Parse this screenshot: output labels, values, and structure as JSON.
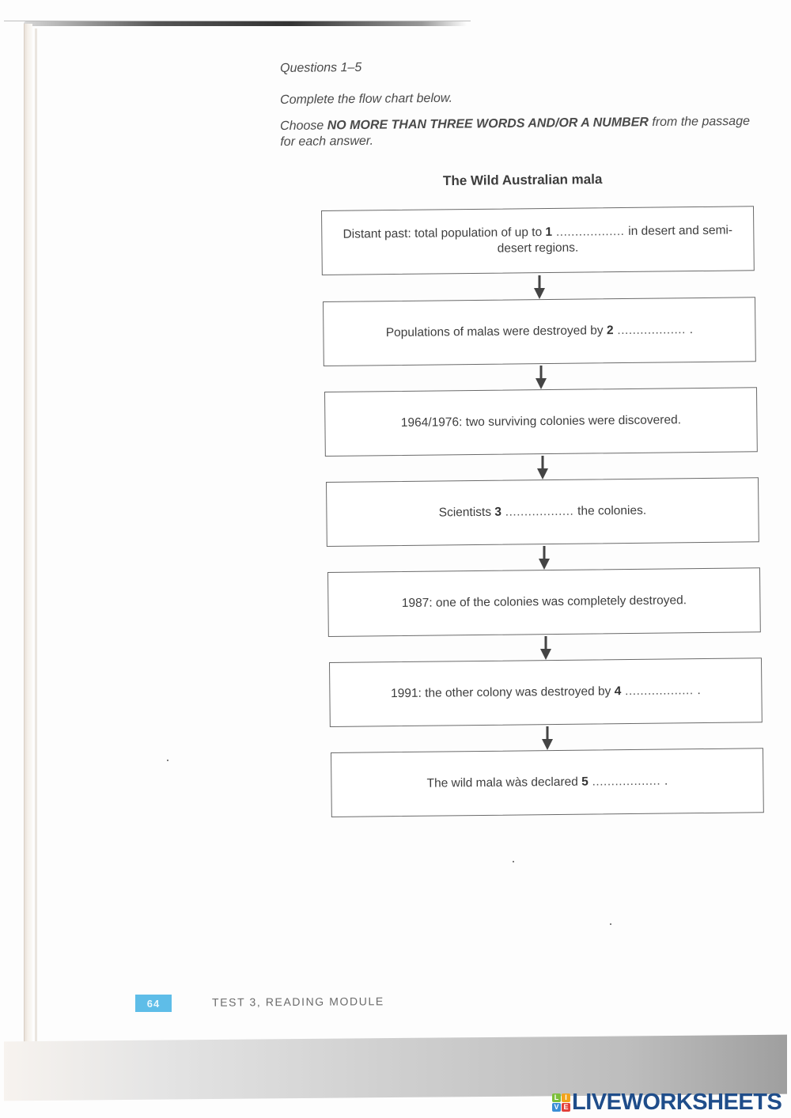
{
  "instructions": {
    "heading": "Questions 1–5",
    "line1": "Complete the flow chart below.",
    "line2_prefix": "Choose ",
    "line2_bold": "NO MORE THAN THREE WORDS AND/OR A NUMBER",
    "line2_suffix": " from the passage for each answer."
  },
  "flowchart": {
    "title": "The Wild Australian mala",
    "steps": [
      {
        "before": "Distant past: total population of up to ",
        "number": "1",
        "blank": " .................. ",
        "after": "in desert and semi-desert regions."
      },
      {
        "before": "Populations of malas were destroyed by ",
        "number": "2",
        "blank": " .................. ",
        "after": "."
      },
      {
        "text": "1964/1976: two surviving colonies were discovered."
      },
      {
        "before": "Scientists ",
        "number": "3",
        "blank": " .................. ",
        "after": "the colonies."
      },
      {
        "text": "1987: one of the colonies was completely destroyed."
      },
      {
        "before": "1991: the other colony was destroyed by ",
        "number": "4",
        "blank": " .................. ",
        "after": "."
      },
      {
        "before": "The wild mala wàs declared ",
        "number": "5",
        "blank": " .................. ",
        "after": "."
      }
    ]
  },
  "footer": {
    "page_number": "64",
    "section": "TEST 3, READING MODULE",
    "page_number_color": "#5ebde8"
  },
  "watermark": {
    "tiles": [
      {
        "letter": "L",
        "color": "#7cbf3a"
      },
      {
        "letter": "I",
        "color": "#f2a31b"
      },
      {
        "letter": "V",
        "color": "#3a8ed6"
      },
      {
        "letter": "E",
        "color": "#e2403a"
      }
    ],
    "text": "LIVEWORKSHEETS",
    "text_color": "#1f4d8a"
  }
}
